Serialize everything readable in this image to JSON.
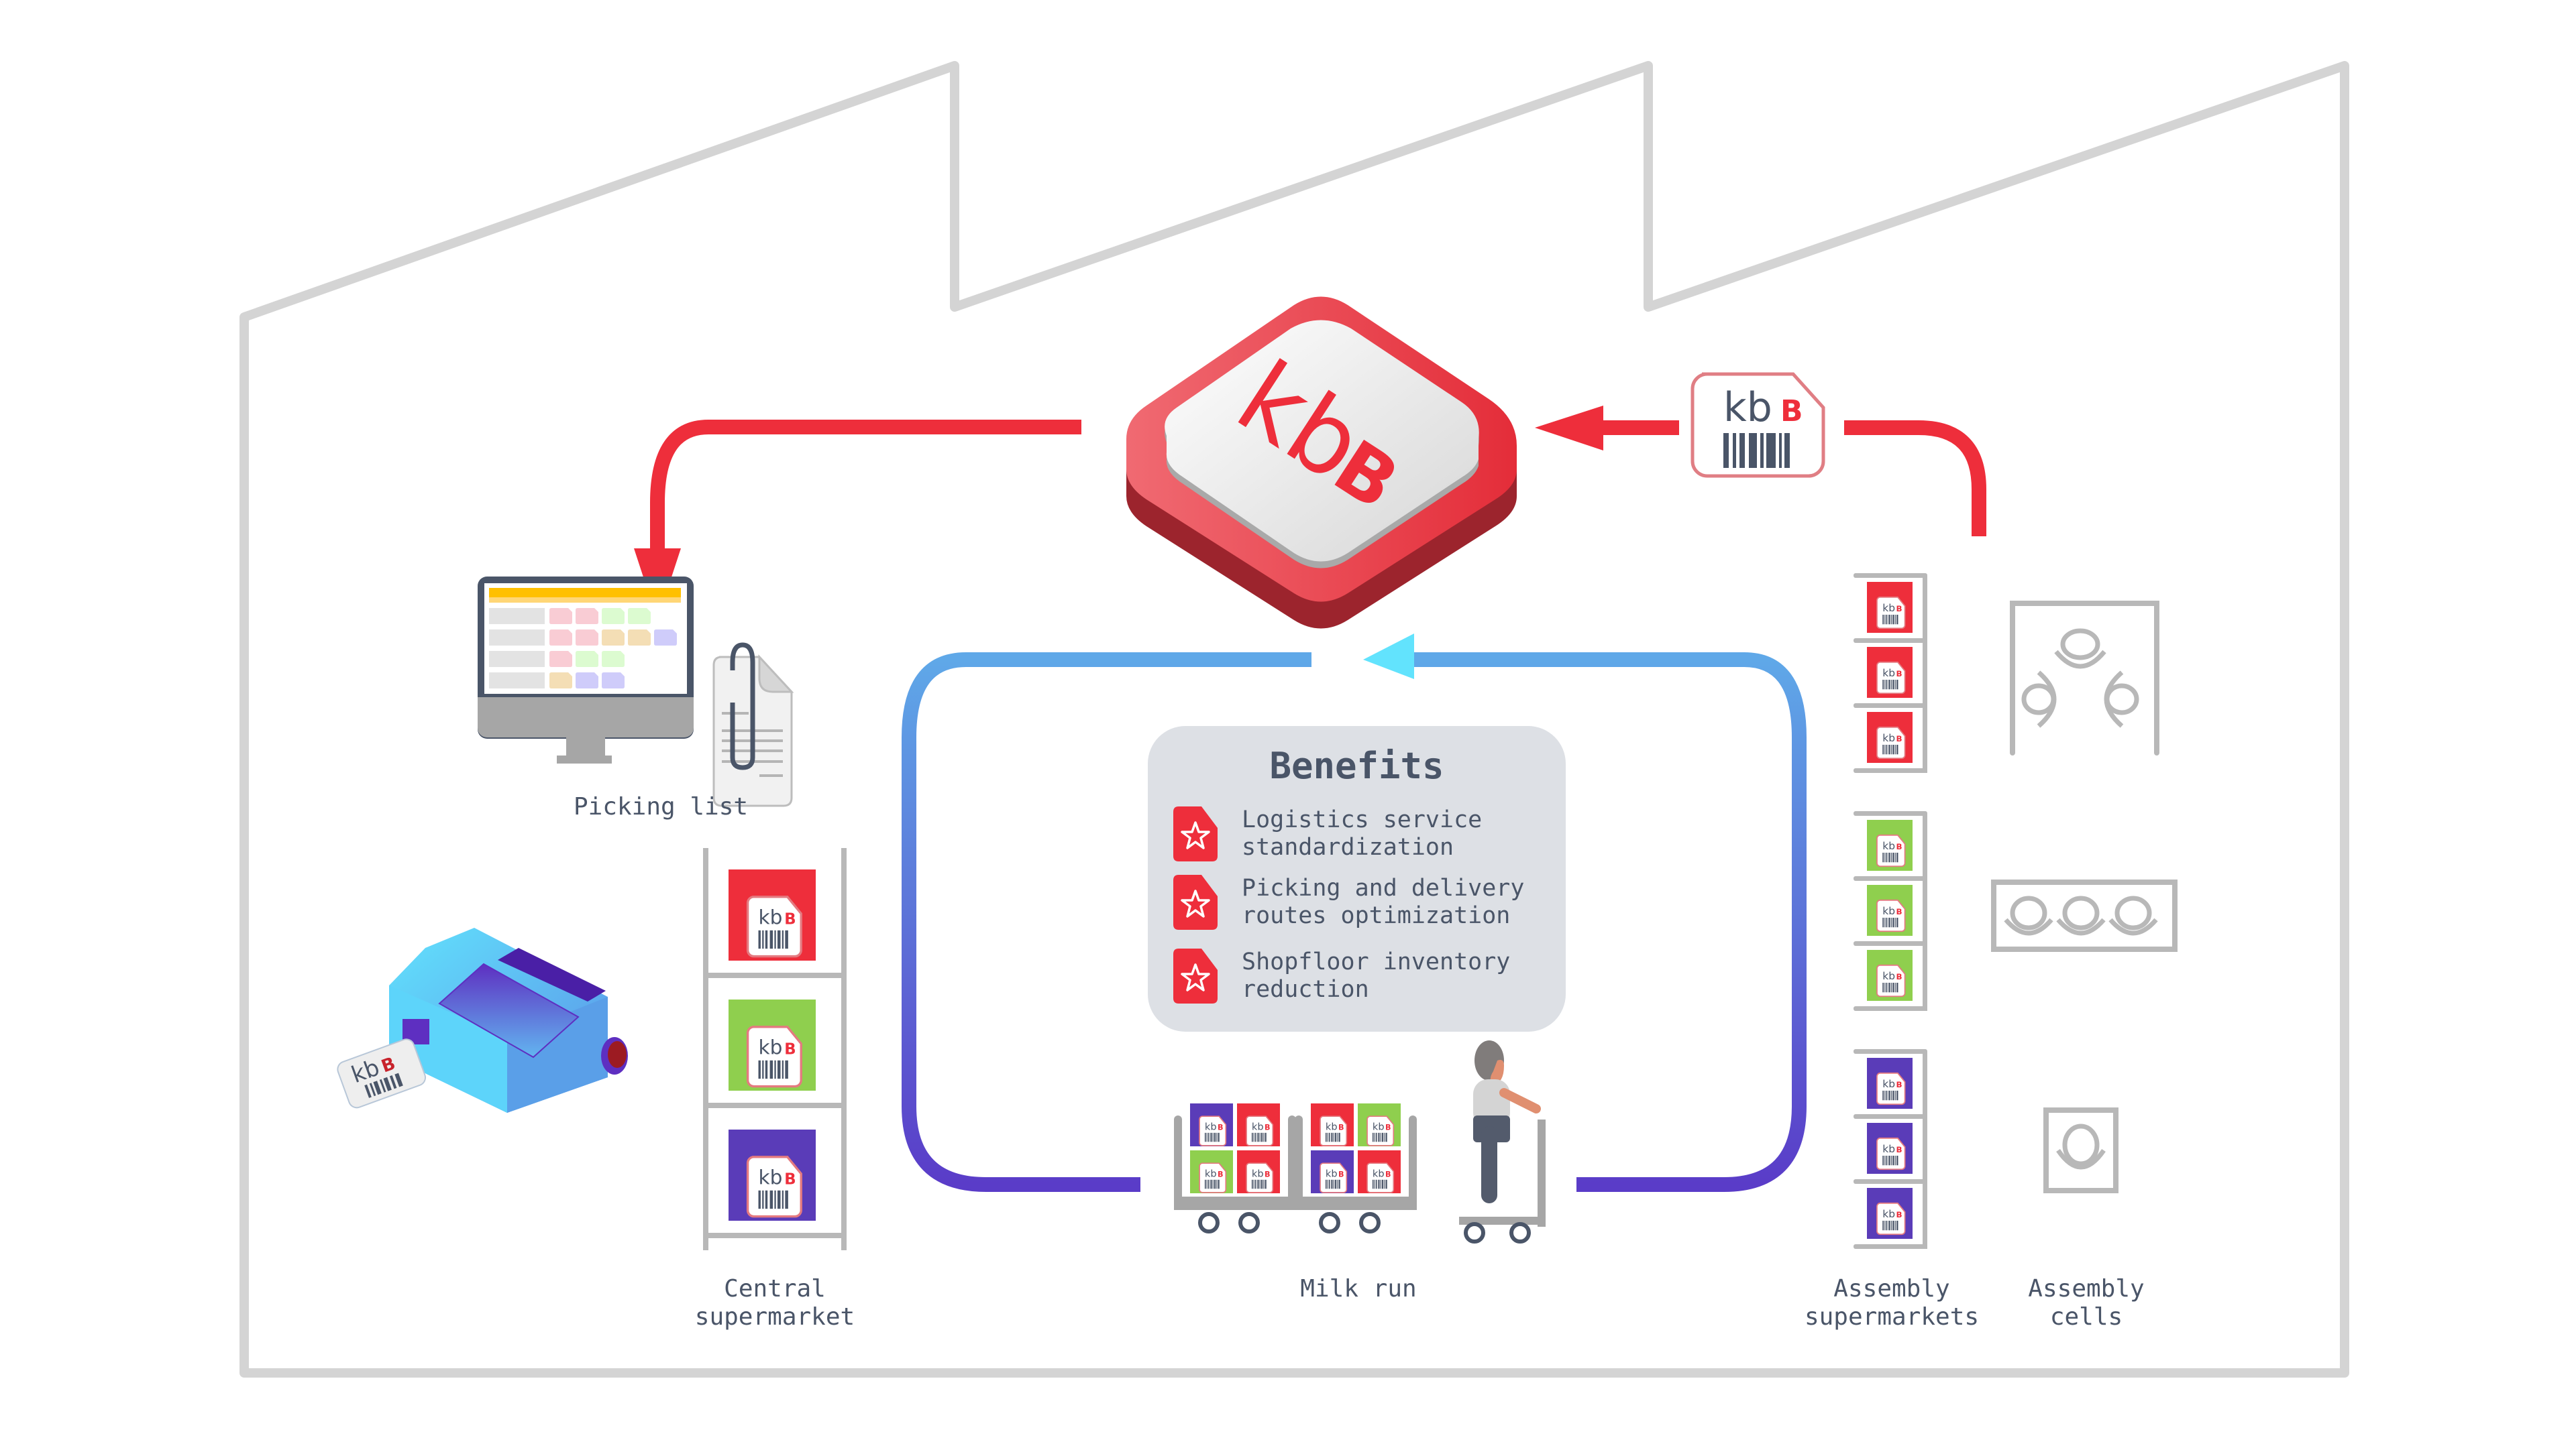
{
  "brand": {
    "logo_text": "kbB",
    "logo_main": "kb",
    "logo_accent": "B",
    "colors": {
      "red": "#ee2e3b",
      "dark_red": "#9c242d",
      "slate": "#4a5568",
      "gray": "#d4d4d4",
      "green": "#8fcf4e",
      "purple": "#5a3cb8",
      "cyan": "#62e3fd",
      "blue_violet": "#5e2fc1",
      "yellow": "#ffc000"
    }
  },
  "labels": {
    "picking_list": "Picking list",
    "central_supermarket": "Central\nsupermarket",
    "milk_run": "Milk run",
    "assembly_supermarkets": "Assembly\nsupermarkets",
    "assembly_cells": "Assembly\ncells"
  },
  "benefits": {
    "title": "Benefits",
    "items": [
      {
        "icon": "star-icon",
        "text": "Logistics service\nstandardization"
      },
      {
        "icon": "star-icon",
        "text": "Picking and delivery\nroutes optimization"
      },
      {
        "icon": "star-icon",
        "text": "Shopfloor inventory\nreduction"
      }
    ]
  },
  "kanban_card": {
    "label_main": "kb",
    "label_accent": "B",
    "icon": "barcode-icon"
  },
  "central_supermarket": {
    "bins": [
      "red",
      "green",
      "purple"
    ]
  },
  "assembly_supermarkets": [
    {
      "color": "red",
      "bins": 3
    },
    {
      "color": "green",
      "bins": 3
    },
    {
      "color": "purple",
      "bins": 3
    }
  ],
  "milk_run": {
    "carts": [
      {
        "bins": [
          "purple",
          "red",
          "green",
          "red"
        ]
      },
      {
        "bins": [
          "red",
          "green",
          "purple",
          "red"
        ]
      }
    ],
    "operator": "person-icon"
  },
  "assembly_cells": [
    {
      "stations": 3,
      "layout": "u-shape"
    },
    {
      "stations": 3,
      "layout": "line"
    },
    {
      "stations": 1,
      "layout": "single"
    }
  ],
  "picking_screen": {
    "rows": [
      [
        "red",
        "red",
        "green",
        "green"
      ],
      [
        "red",
        "red",
        "tan",
        "tan",
        "lavender"
      ],
      [
        "red",
        "green",
        "green"
      ],
      [
        "tan",
        "lavender",
        "lavender"
      ]
    ]
  }
}
